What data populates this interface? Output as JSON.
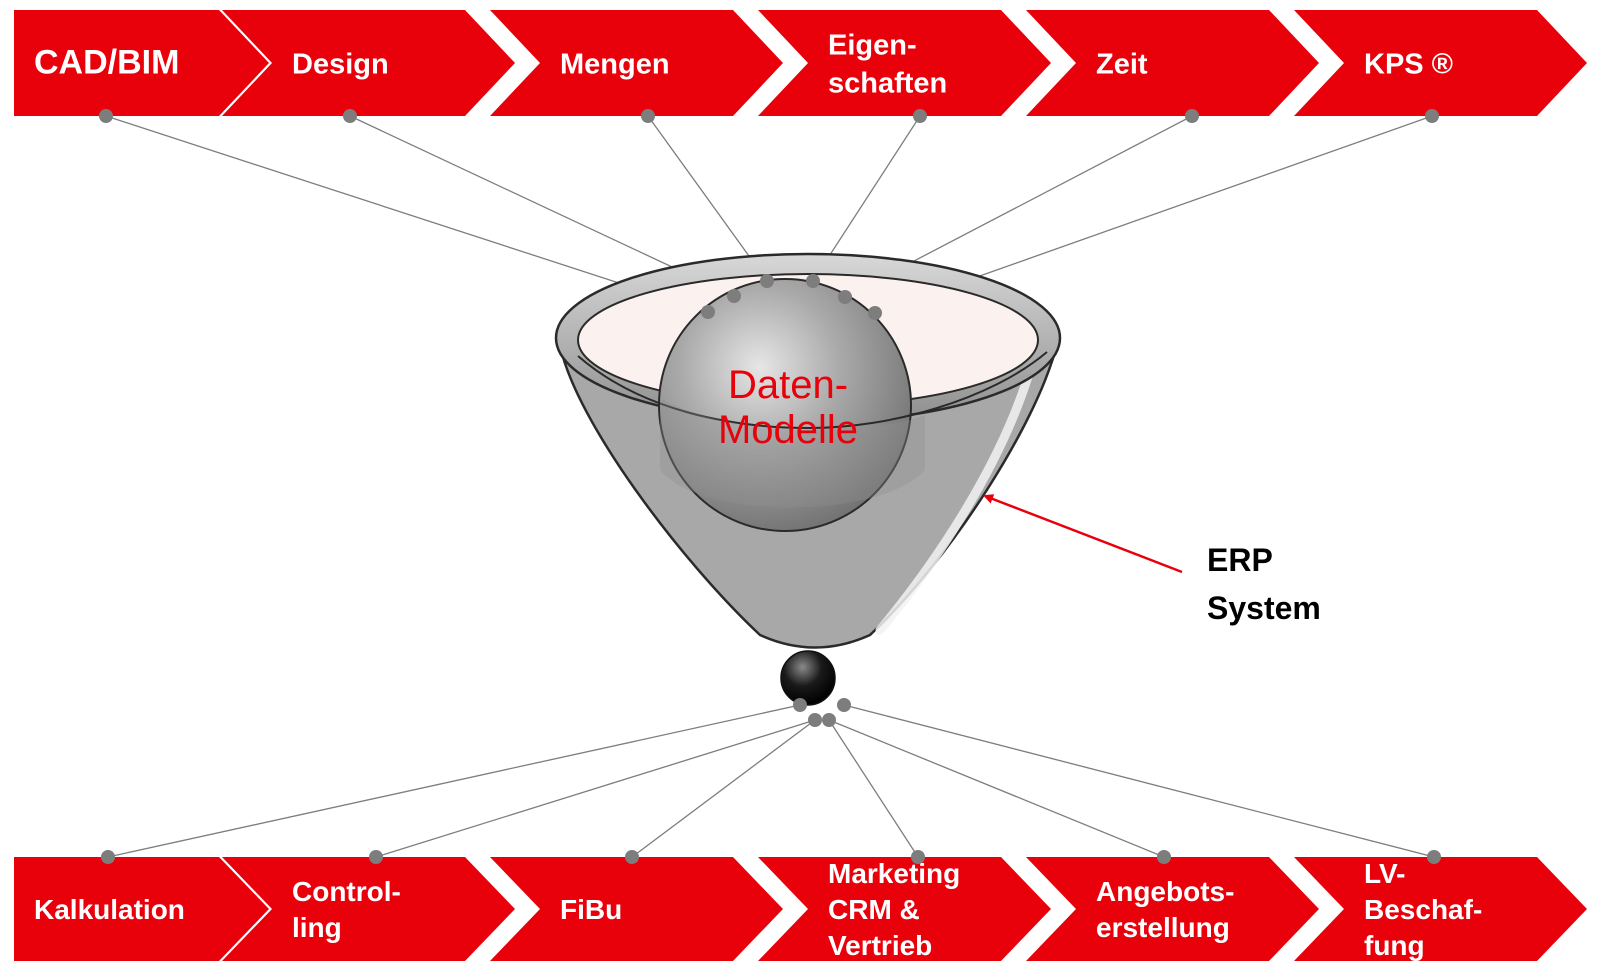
{
  "diagram": {
    "top_chevrons": [
      {
        "lines": [
          "CAD/BIM"
        ]
      },
      {
        "lines": [
          "Design"
        ]
      },
      {
        "lines": [
          "Mengen"
        ]
      },
      {
        "lines": [
          "Eigen-",
          "schaften"
        ]
      },
      {
        "lines": [
          "Zeit"
        ]
      },
      {
        "lines": [
          "KPS ®"
        ]
      }
    ],
    "bottom_chevrons": [
      {
        "lines": [
          "Kalkulation"
        ]
      },
      {
        "lines": [
          "Control-",
          "ling"
        ]
      },
      {
        "lines": [
          "FiBu"
        ]
      },
      {
        "lines": [
          "Marketing",
          "CRM &",
          "Vertrieb"
        ]
      },
      {
        "lines": [
          "Angebots-",
          "erstellung"
        ]
      },
      {
        "lines": [
          "LV-",
          "Beschaf-",
          "fung"
        ]
      }
    ],
    "center_label": {
      "line1": "Daten-",
      "line2": "Modelle"
    },
    "erp_label": {
      "line1": "ERP",
      "line2": "System"
    },
    "colors": {
      "accent": "#e8000b",
      "funnel": "#a9a9a9",
      "connector": "#7d7d7d"
    }
  }
}
